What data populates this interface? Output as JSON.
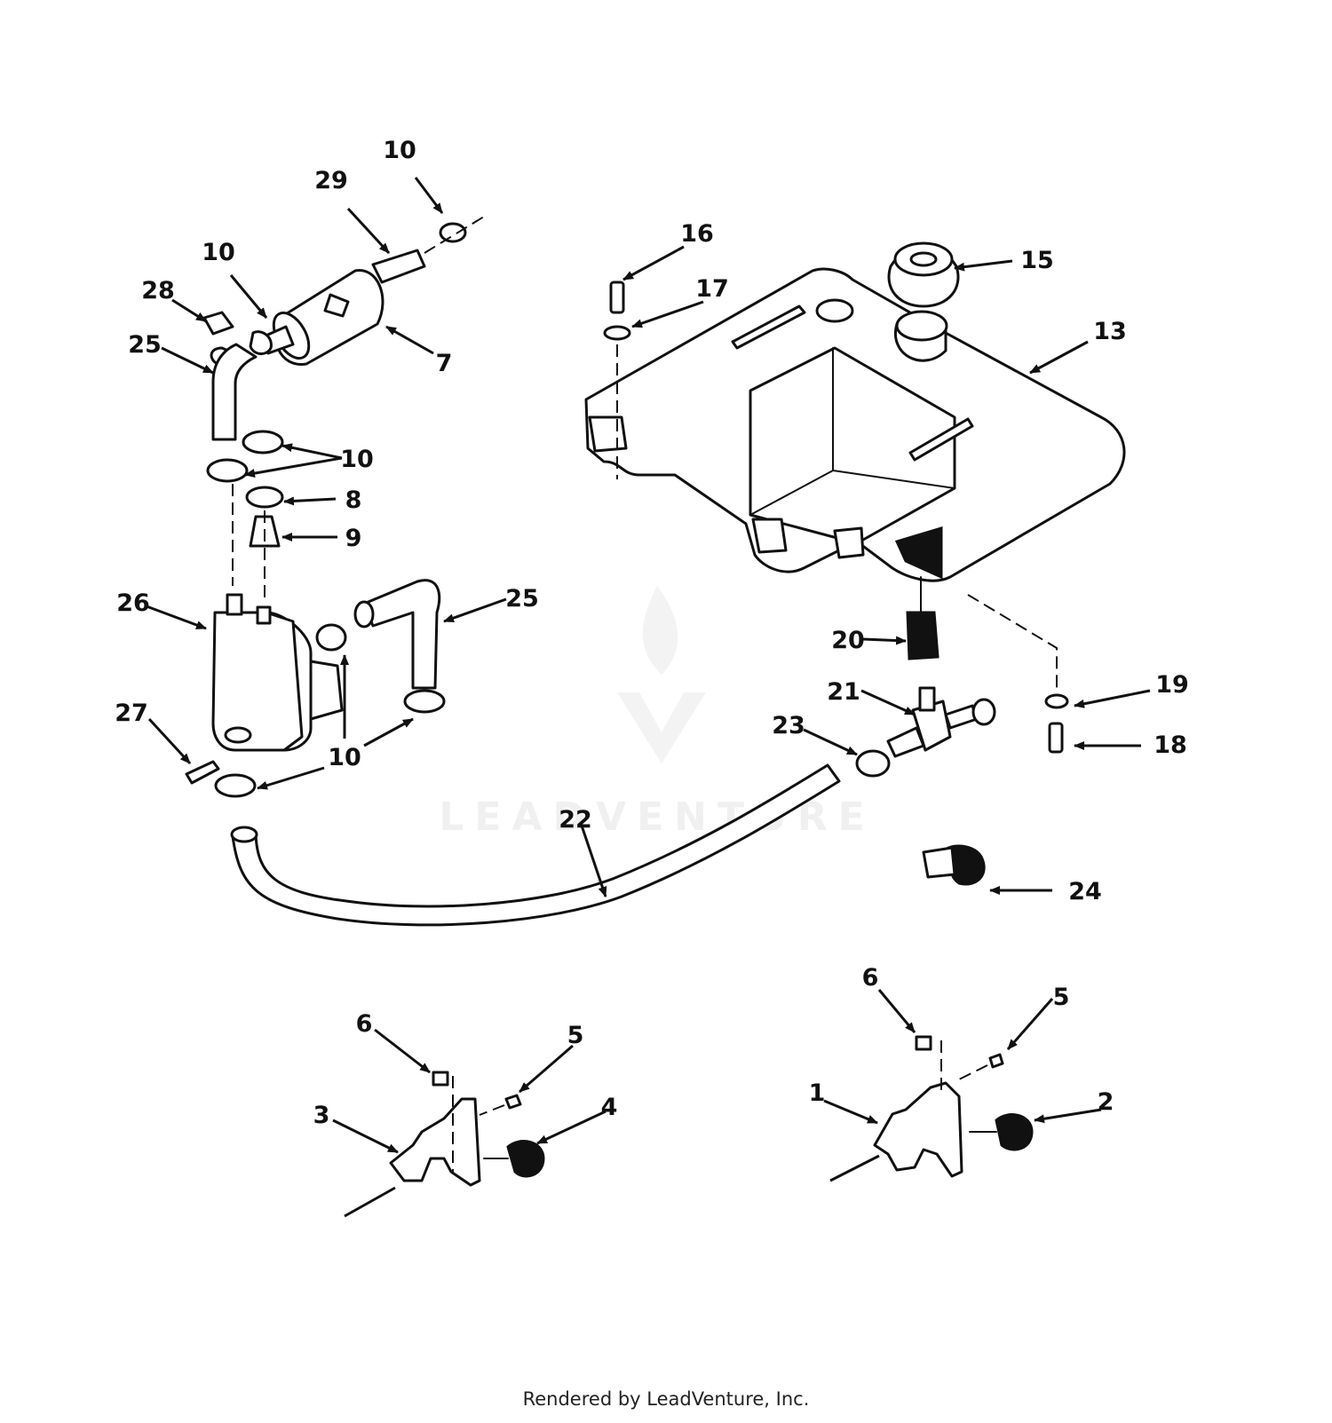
{
  "footer": "Rendered by LeadVenture, Inc.",
  "watermark": "LEADVENTURE",
  "callouts": {
    "c10a": "10",
    "c29": "29",
    "c10b": "10",
    "c28": "28",
    "c25a": "25",
    "c7": "7",
    "c10c": "10",
    "c8": "8",
    "c9": "9",
    "c26": "26",
    "c25b": "25",
    "c27": "27",
    "c10d": "10",
    "c16": "16",
    "c17": "17",
    "c15": "15",
    "c13": "13",
    "c20": "20",
    "c21": "21",
    "c23": "23",
    "c19": "19",
    "c18": "18",
    "c22": "22",
    "c24": "24",
    "c6a": "6",
    "c5a": "5",
    "c3": "3",
    "c4": "4",
    "c6b": "6",
    "c5b": "5",
    "c1": "1",
    "c2": "2"
  }
}
